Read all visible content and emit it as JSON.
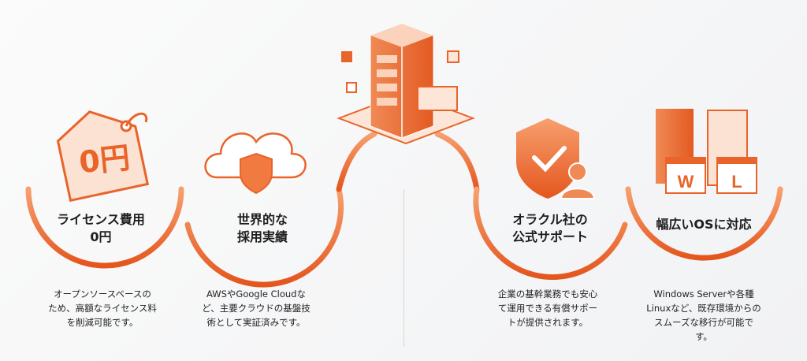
{
  "features": [
    {
      "title": "ライセンス費用\n0円",
      "title_line1": "ライセンス費用",
      "title_line2": "0円",
      "icon": "price-tag-icon",
      "tag_text": "0円",
      "desc": [
        "オープンソースベースの",
        "ため、高額なライセンス料",
        "を削減可能です。"
      ]
    },
    {
      "title_line1": "世界的な",
      "title_line2": "採用実績",
      "icon": "cloud-shield-icon",
      "desc": [
        "AWSやGoogle Cloudな",
        "ど、主要クラウドの基盤技",
        "術として実証済みです。"
      ]
    },
    {
      "title_line1": "オラクル社の",
      "title_line2": "公式サポート",
      "icon": "shield-check-user-icon",
      "desc": [
        "企業の基幹業務でも安心",
        "て運用できる有償サポー",
        "トが提供されます。"
      ]
    },
    {
      "title_line1": "幅広いOSに対応",
      "title_line2": "",
      "icon": "servers-windows-linux-icon",
      "os_badges": [
        "W",
        "L"
      ],
      "desc": [
        "Windows Serverや各種",
        "Linuxなど、既存環境からの",
        "スムーズな移行が可能で",
        "す。"
      ]
    }
  ],
  "colors": {
    "accent": "#e8642a",
    "accent_light": "#f6a57a",
    "text": "#1e1e1e"
  }
}
